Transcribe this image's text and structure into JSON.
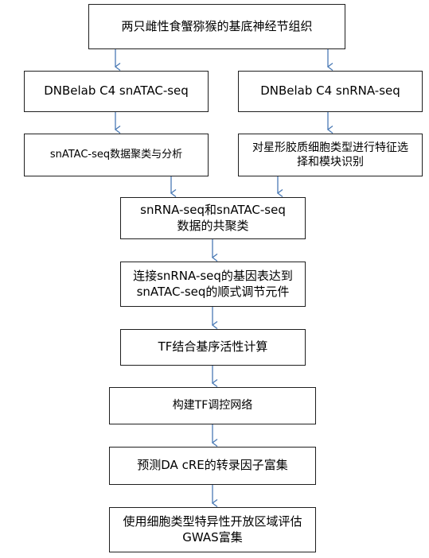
{
  "flowchart": {
    "steps": [
      {
        "id": "source",
        "text": "两只雌性食蟹猕猴的基底神经节组织"
      },
      {
        "id": "atac_platform",
        "text": "DNBelab C4 snATAC-seq"
      },
      {
        "id": "rna_platform",
        "text": "DNBelab C4 snRNA-seq"
      },
      {
        "id": "atac_analysis",
        "text": "snATAC-seq数据聚类与分析"
      },
      {
        "id": "astro_selection",
        "text": "对星形胶质细胞类型进行特征选择和模块识别"
      },
      {
        "id": "coembedding",
        "text": "snRNA-seq和snATAC-seq数据的共聚类"
      },
      {
        "id": "gene_linking",
        "text": "连接snRNA-seq的基因表达到snATAC-seq的顺式调节元件"
      },
      {
        "id": "tf_activity",
        "text": "TF结合基序活性计算"
      },
      {
        "id": "tf_network",
        "text": "构建TF调控网络"
      },
      {
        "id": "tf_enrichment",
        "text": "预测DA cRE的转录因子富集"
      },
      {
        "id": "gwas",
        "text": "使用细胞类型特异性开放区域评估GWAS富集"
      }
    ],
    "edges": [
      [
        "source",
        "atac_platform"
      ],
      [
        "source",
        "rna_platform"
      ],
      [
        "atac_platform",
        "atac_analysis"
      ],
      [
        "rna_platform",
        "astro_selection"
      ],
      [
        "atac_analysis",
        "coembedding"
      ],
      [
        "astro_selection",
        "coembedding"
      ],
      [
        "coembedding",
        "gene_linking"
      ],
      [
        "gene_linking",
        "tf_activity"
      ],
      [
        "tf_activity",
        "tf_network"
      ],
      [
        "tf_network",
        "tf_enrichment"
      ],
      [
        "tf_enrichment",
        "gwas"
      ]
    ],
    "colors": {
      "border": "#1f1f1f",
      "arrow": "#4a7ab5",
      "background": "#ffffff"
    }
  }
}
